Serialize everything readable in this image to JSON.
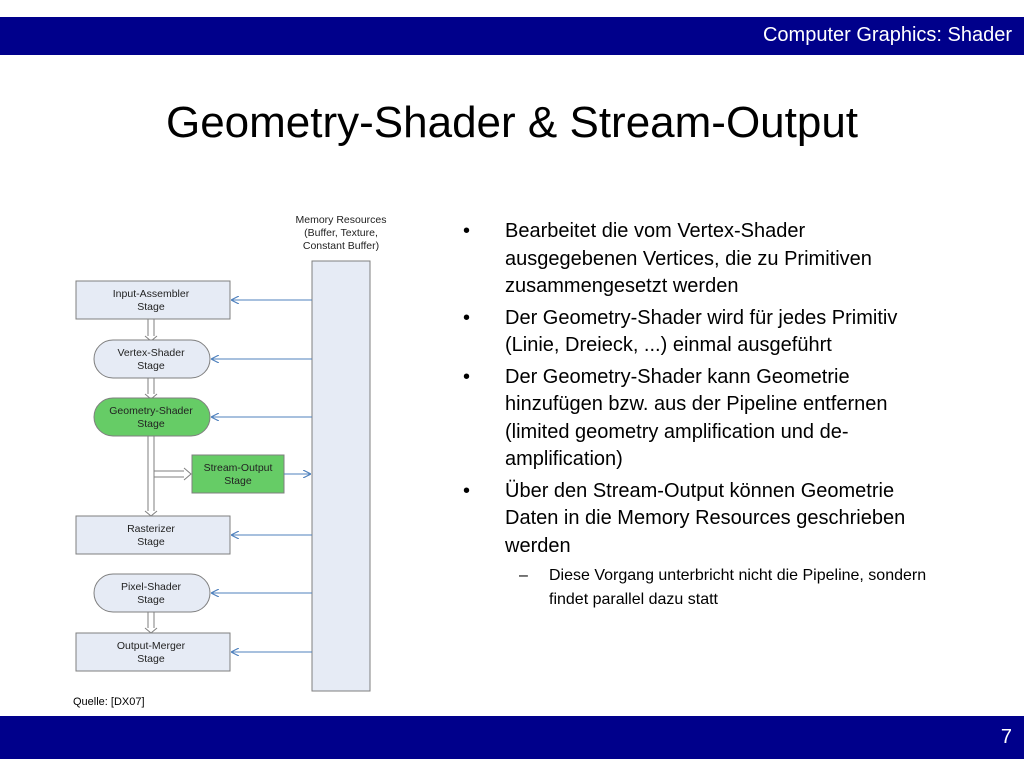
{
  "header": {
    "course": "Computer Graphics: Shader"
  },
  "slide": {
    "title": "Geometry-Shader & Stream-Output",
    "page": "7"
  },
  "diagram": {
    "memory_label": [
      "Memory Resources",
      "(Buffer, Texture,",
      "Constant Buffer)"
    ],
    "stages": [
      {
        "lines": [
          "Input-Assembler",
          "Stage"
        ],
        "shape": "rect",
        "highlight": false
      },
      {
        "lines": [
          "Vertex-Shader",
          "Stage"
        ],
        "shape": "rounded",
        "highlight": false
      },
      {
        "lines": [
          "Geometry-Shader",
          "Stage"
        ],
        "shape": "rounded",
        "highlight": true
      },
      {
        "lines": [
          "Rasterizer",
          "Stage"
        ],
        "shape": "rect",
        "highlight": false
      },
      {
        "lines": [
          "Pixel-Shader",
          "Stage"
        ],
        "shape": "rounded",
        "highlight": false
      },
      {
        "lines": [
          "Output-Merger",
          "Stage"
        ],
        "shape": "rect",
        "highlight": false
      }
    ],
    "stream_output": {
      "lines": [
        "Stream-Output",
        "Stage"
      ]
    },
    "colors": {
      "stage_fill": "#e6ebf5",
      "highlight_fill": "#66cc66",
      "arrow": "#4f81bd"
    },
    "source": "Quelle: [DX07]"
  },
  "bullets": [
    {
      "text": "Bearbeitet die vom Vertex-Shader ausgegebenen Vertices, die zu Primitiven zusammengesetzt werden"
    },
    {
      "text": "Der Geometry-Shader wird für jedes Primitiv (Linie, Dreieck, ...) einmal ausgeführt"
    },
    {
      "text": "Der Geometry-Shader kann Geometrie hinzufügen bzw. aus der Pipeline entfernen (limited geometry amplification und de-amplification)"
    },
    {
      "text": "Über den Stream-Output können Geometrie Daten in die Memory Resources geschrieben werden",
      "sub": "Diese Vorgang unterbricht nicht die Pipeline, sondern findet parallel dazu statt"
    }
  ],
  "bullet_symbol": "•",
  "sub_symbol": "–"
}
